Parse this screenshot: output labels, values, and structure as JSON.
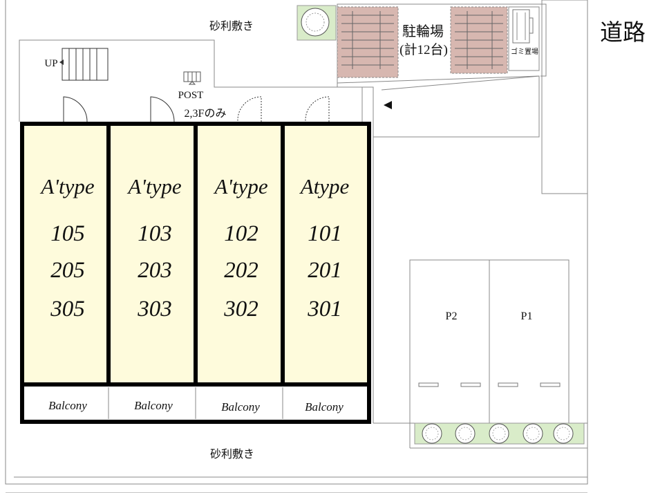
{
  "labels": {
    "road": "道路",
    "gravel_top": "砂利敷き",
    "gravel_bottom": "砂利敷き",
    "bicycle_line1": "駐輪場",
    "bicycle_line2": "(計12台)",
    "garbage": "ゴミ置場",
    "stairs_up": "UP",
    "post": "POST",
    "post_note": "2,3Fのみ"
  },
  "units": [
    {
      "type": "A'type",
      "numbers": [
        "105",
        "205",
        "305"
      ],
      "balcony": "Balcony"
    },
    {
      "type": "A'type",
      "numbers": [
        "103",
        "203",
        "303"
      ],
      "balcony": "Balcony"
    },
    {
      "type": "A'type",
      "numbers": [
        "102",
        "202",
        "302"
      ],
      "balcony": "Balcony"
    },
    {
      "type": "Atype",
      "numbers": [
        "101",
        "201",
        "301"
      ],
      "balcony": "Balcony"
    }
  ],
  "parking": [
    {
      "label": "P2"
    },
    {
      "label": "P1"
    }
  ],
  "colors": {
    "unit_fill": "#fefbdc",
    "bicycle_fill": "#d7b7b0",
    "green_fill": "#d9ecc9",
    "wall_black": "#000000"
  }
}
